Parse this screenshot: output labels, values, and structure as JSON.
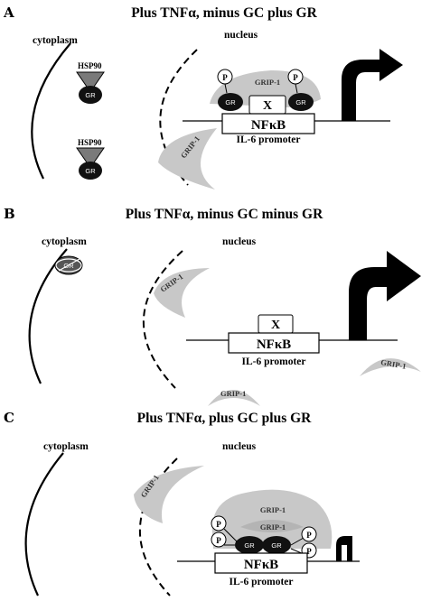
{
  "panels": [
    {
      "letter": "A",
      "title": "Plus TNFα, minus GC plus GR",
      "cytoplasm": "cytoplasm",
      "nucleus": "nucleus",
      "hsp90_top": "HSP90",
      "hsp90_bottom": "HSP90",
      "gr_top": "GR",
      "gr_bottom": "GR",
      "grip_complex": "GRIP-1",
      "grip_free": "GRIP-1",
      "p_left": "P",
      "p_right": "P",
      "gr_left": "GR",
      "gr_right": "GR",
      "x_box": "X",
      "nfkb": "NFκB",
      "promoter": "IL-6 promoter"
    },
    {
      "letter": "B",
      "title": "Plus TNFα, minus GC minus GR",
      "cytoplasm": "cytoplasm",
      "nucleus": "nucleus",
      "gr_crossed": "GR",
      "grip_1": "GRIP-1",
      "grip_2": "GRIP-1",
      "grip_3": "GRIP-1",
      "x_box": "X",
      "nfkb": "NFκB",
      "promoter": "IL-6 promoter"
    },
    {
      "letter": "C",
      "title": "Plus TNFα, plus GC plus GR",
      "cytoplasm": "cytoplasm",
      "nucleus": "nucleus",
      "grip_free": "GRIP-1",
      "grip_top": "GRIP-1",
      "grip_mid": "GRIP-1",
      "gr_left": "GR",
      "gr_right": "GR",
      "p_labels": [
        "P",
        "P",
        "P",
        "P"
      ],
      "nfkb": "NFκB",
      "promoter": "IL-6 promoter"
    }
  ],
  "colors": {
    "grip": "#c8c8c8",
    "gr": "#111111",
    "hsp90": "#7a7a7a",
    "arrow": "#000000"
  }
}
